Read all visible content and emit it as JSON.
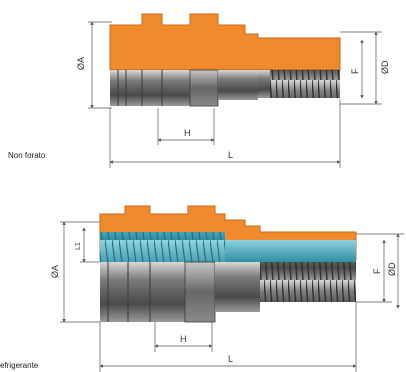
{
  "colors": {
    "body_orange": "#f08a2c",
    "steel_dark": "#555555",
    "steel_light": "#b9b9b9",
    "bore_blue": "#4fb6c6",
    "dimension_line": "#555555"
  },
  "top_view": {
    "caption": "Non forato",
    "labels": {
      "outer_diameter": "ØA",
      "thread": "F",
      "bore": "ØD",
      "hex": "H",
      "length": "L"
    }
  },
  "bottom_view": {
    "caption": "efrigerante",
    "labels": {
      "outer_diameter": "ØA",
      "inner_thread": "L1",
      "thread": "F",
      "bore": "ØD",
      "hex": "H",
      "length": "L"
    }
  }
}
